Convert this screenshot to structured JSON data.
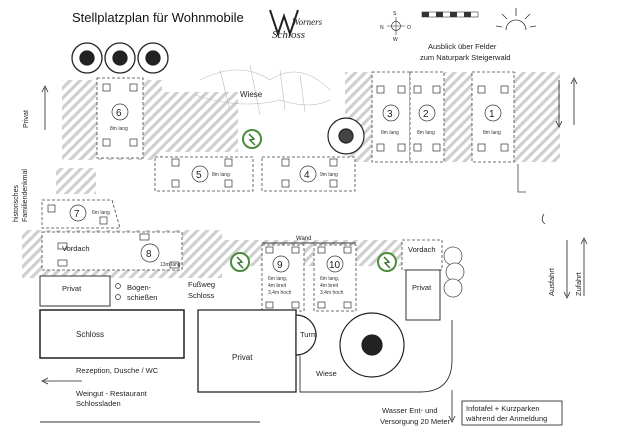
{
  "title": "Stellplatzplan für Wohnmobile",
  "logo": {
    "line1": "Worners",
    "line2": "Schloss"
  },
  "compass": {
    "n": "N",
    "s": "S",
    "o": "O",
    "w": "W"
  },
  "view": {
    "line1": "Ausblick über Felder",
    "line2": "zum Naturpark Steigerwald"
  },
  "labels": {
    "wiese_top": "Wiese",
    "wiese_bottom": "Wiese",
    "privat_left": "Privat",
    "privat_right": "Privat",
    "privat_center": "Privat",
    "historisches": "historisches",
    "familiendenkmal": "Familiendenkmal",
    "vordach_left": "Vordach",
    "vordach_right": "Vordach",
    "wand": "Wand",
    "privat_lower": "Privat",
    "bogen1": "Bogen-",
    "bogen2": "schießen",
    "fussweg1": "Fußweg",
    "fussweg2": "Schloss",
    "schloss": "Schloss",
    "turm": "Turm",
    "rezeption": "Rezeption, Dusche / WC",
    "weingut1": "Weingut - Restaurant",
    "weingut2": "Schlossladen",
    "wasser1": "Wasser Ent- und",
    "wasser2": "Versorgung 20 Meter",
    "info1": "Infotafel + Kurzparken",
    "info2": "während der Anmeldung",
    "ausfahrt": "Ausfahrt",
    "zufahrt": "Zufahrt"
  },
  "spots": {
    "s1": {
      "num": "1",
      "size": "8m lang"
    },
    "s2": {
      "num": "2",
      "size": "8m lang"
    },
    "s3": {
      "num": "3",
      "size": "8m lang"
    },
    "s4": {
      "num": "4",
      "size": "9m lang"
    },
    "s5": {
      "num": "5",
      "size": "8m lang"
    },
    "s6": {
      "num": "6",
      "size": "8m lang"
    },
    "s7": {
      "num": "7",
      "size": "6m lang"
    },
    "s8": {
      "num": "8",
      "size": "13m lang"
    },
    "s9": {
      "num": "9",
      "l1": "6m lang,",
      "l2": "4m breit",
      "l3": "3,4m hoch"
    },
    "s10": {
      "num": "10",
      "l1": "6m lang,",
      "l2": "4m breit",
      "l3": "3,4m hoch"
    }
  }
}
